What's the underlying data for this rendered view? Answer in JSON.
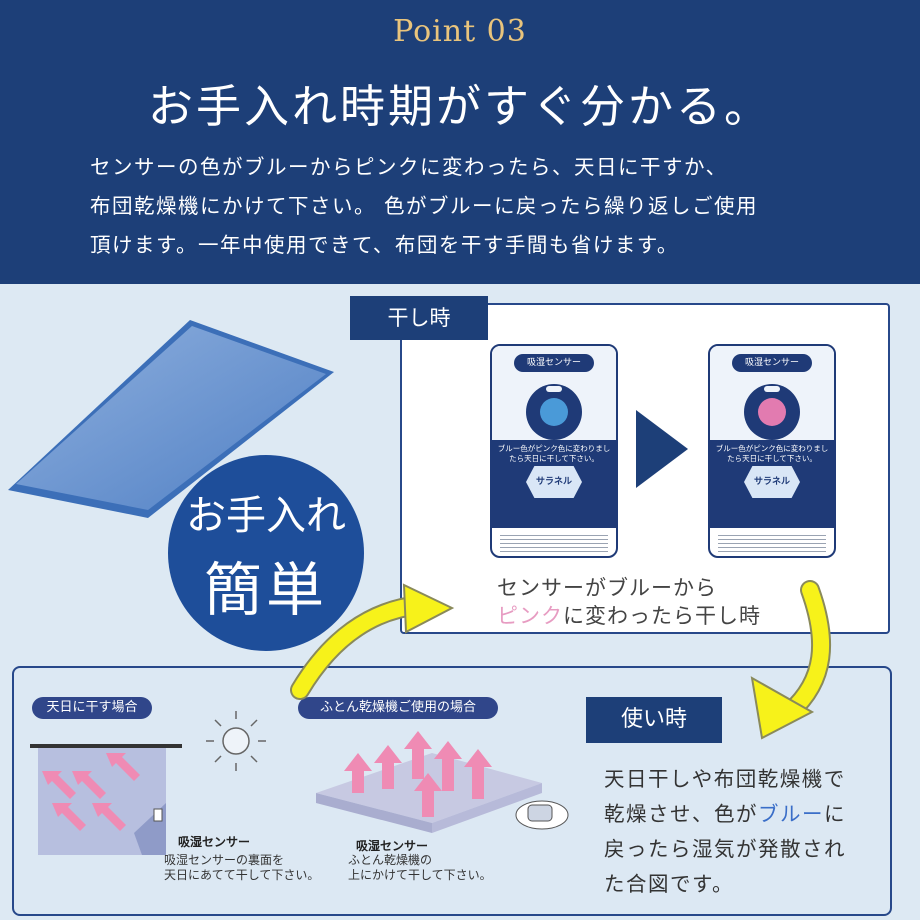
{
  "header": {
    "point": "Point 03",
    "headline": "お手入れ時期がすぐ分かる。",
    "desc_lines": [
      "センサーの色がブルーからピンクに変わったら、天日に干すか、",
      "布団乾燥機にかけて下さい。 色がブルーに戻ったら繰り返しご使用",
      "頂けます。一年中使用できて、布団を干す手間も省けます。"
    ]
  },
  "badge": {
    "line1": "お手入れ",
    "line2": "簡単"
  },
  "dry": {
    "tag": "干し時",
    "caption_line1": "センサーがブルーから",
    "caption_pink": "ピンク",
    "caption_rest": "に変わったら干し時"
  },
  "cards": [
    {
      "title": "吸湿センサー",
      "msg": "ブルー色がピンク色に変わりましたら天日に干して下さい。",
      "brand": "サラネル",
      "dot_color": "#4a9ad8"
    },
    {
      "title": "吸湿センサー",
      "msg": "ブルー色がピンク色に変わりましたら天日に干して下さい。",
      "brand": "サラネル",
      "dot_color": "#e27bb0"
    }
  ],
  "use": {
    "tag": "使い時",
    "line1": "天日干しや布団乾燥機で",
    "line2_a": "乾燥させ、色が",
    "line2_blue": "ブルー",
    "line2_b": "に",
    "line3": "戻ったら湿気が発散され",
    "line4": "た合図です。"
  },
  "illus": {
    "sun_label": "天日に干す場合",
    "dryer_label": "ふとん乾燥機ご使用の場合",
    "sensor_label": "吸湿センサー",
    "sun_note_1": "吸湿センサーの裏面を",
    "sun_note_2": "天日にあてて干して下さい。",
    "dryer_note_1": "ふとん乾燥機の",
    "dryer_note_2": "上にかけて干して下さい。"
  },
  "colors": {
    "navy": "#1d3f78",
    "pink": "#e79cc2",
    "yellow": "#f7f21a",
    "accent_blue": "#3a6ec8"
  }
}
